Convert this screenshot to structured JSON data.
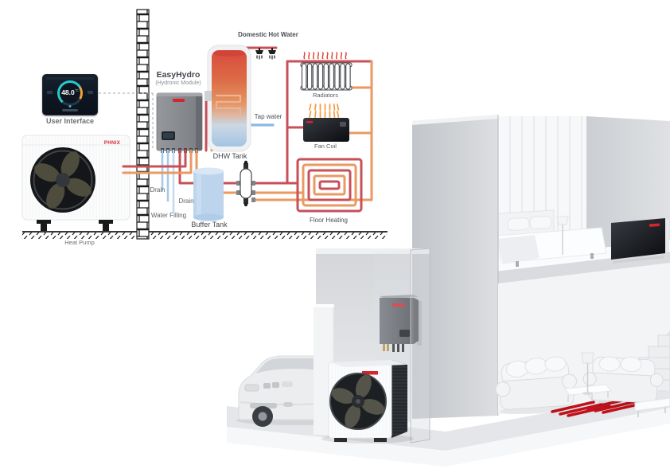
{
  "brand": {
    "name": "PHNIX",
    "color": "#d3262c"
  },
  "controller": {
    "label": "User Interface",
    "temp_value": "48.0",
    "temp_unit": "°C"
  },
  "heat_pump": {
    "label": "Heat Pump"
  },
  "hydronic_module": {
    "title": "EasyHydro",
    "subtitle": "(Hydronic Module)"
  },
  "dhw": {
    "tank_label": "DHW Tank",
    "domestic_hot_water_label": "Domestic Hot Water",
    "tap_water_label": "Tap water"
  },
  "emitters": {
    "radiators_label": "Radiators",
    "fan_coil_label": "Fan Coil",
    "floor_heating_label": "Floor Heating"
  },
  "hydraulics": {
    "buffer_tank_label": "Buffer Tank",
    "drain_label_1": "Drain",
    "drain_label_2": "Drain",
    "water_filling_label": "Water Filling"
  },
  "colors": {
    "pipe_hot": "#c75059",
    "pipe_return": "#e89a62",
    "pipe_drain": "#a9c9e8",
    "pipe_tap": "#8bb9e4",
    "brand_red": "#d3262c",
    "floor_heating_3d": "#c0121c",
    "radiator_heat": "#e23a2c",
    "fan_coil_heat": "#f2a04a"
  }
}
